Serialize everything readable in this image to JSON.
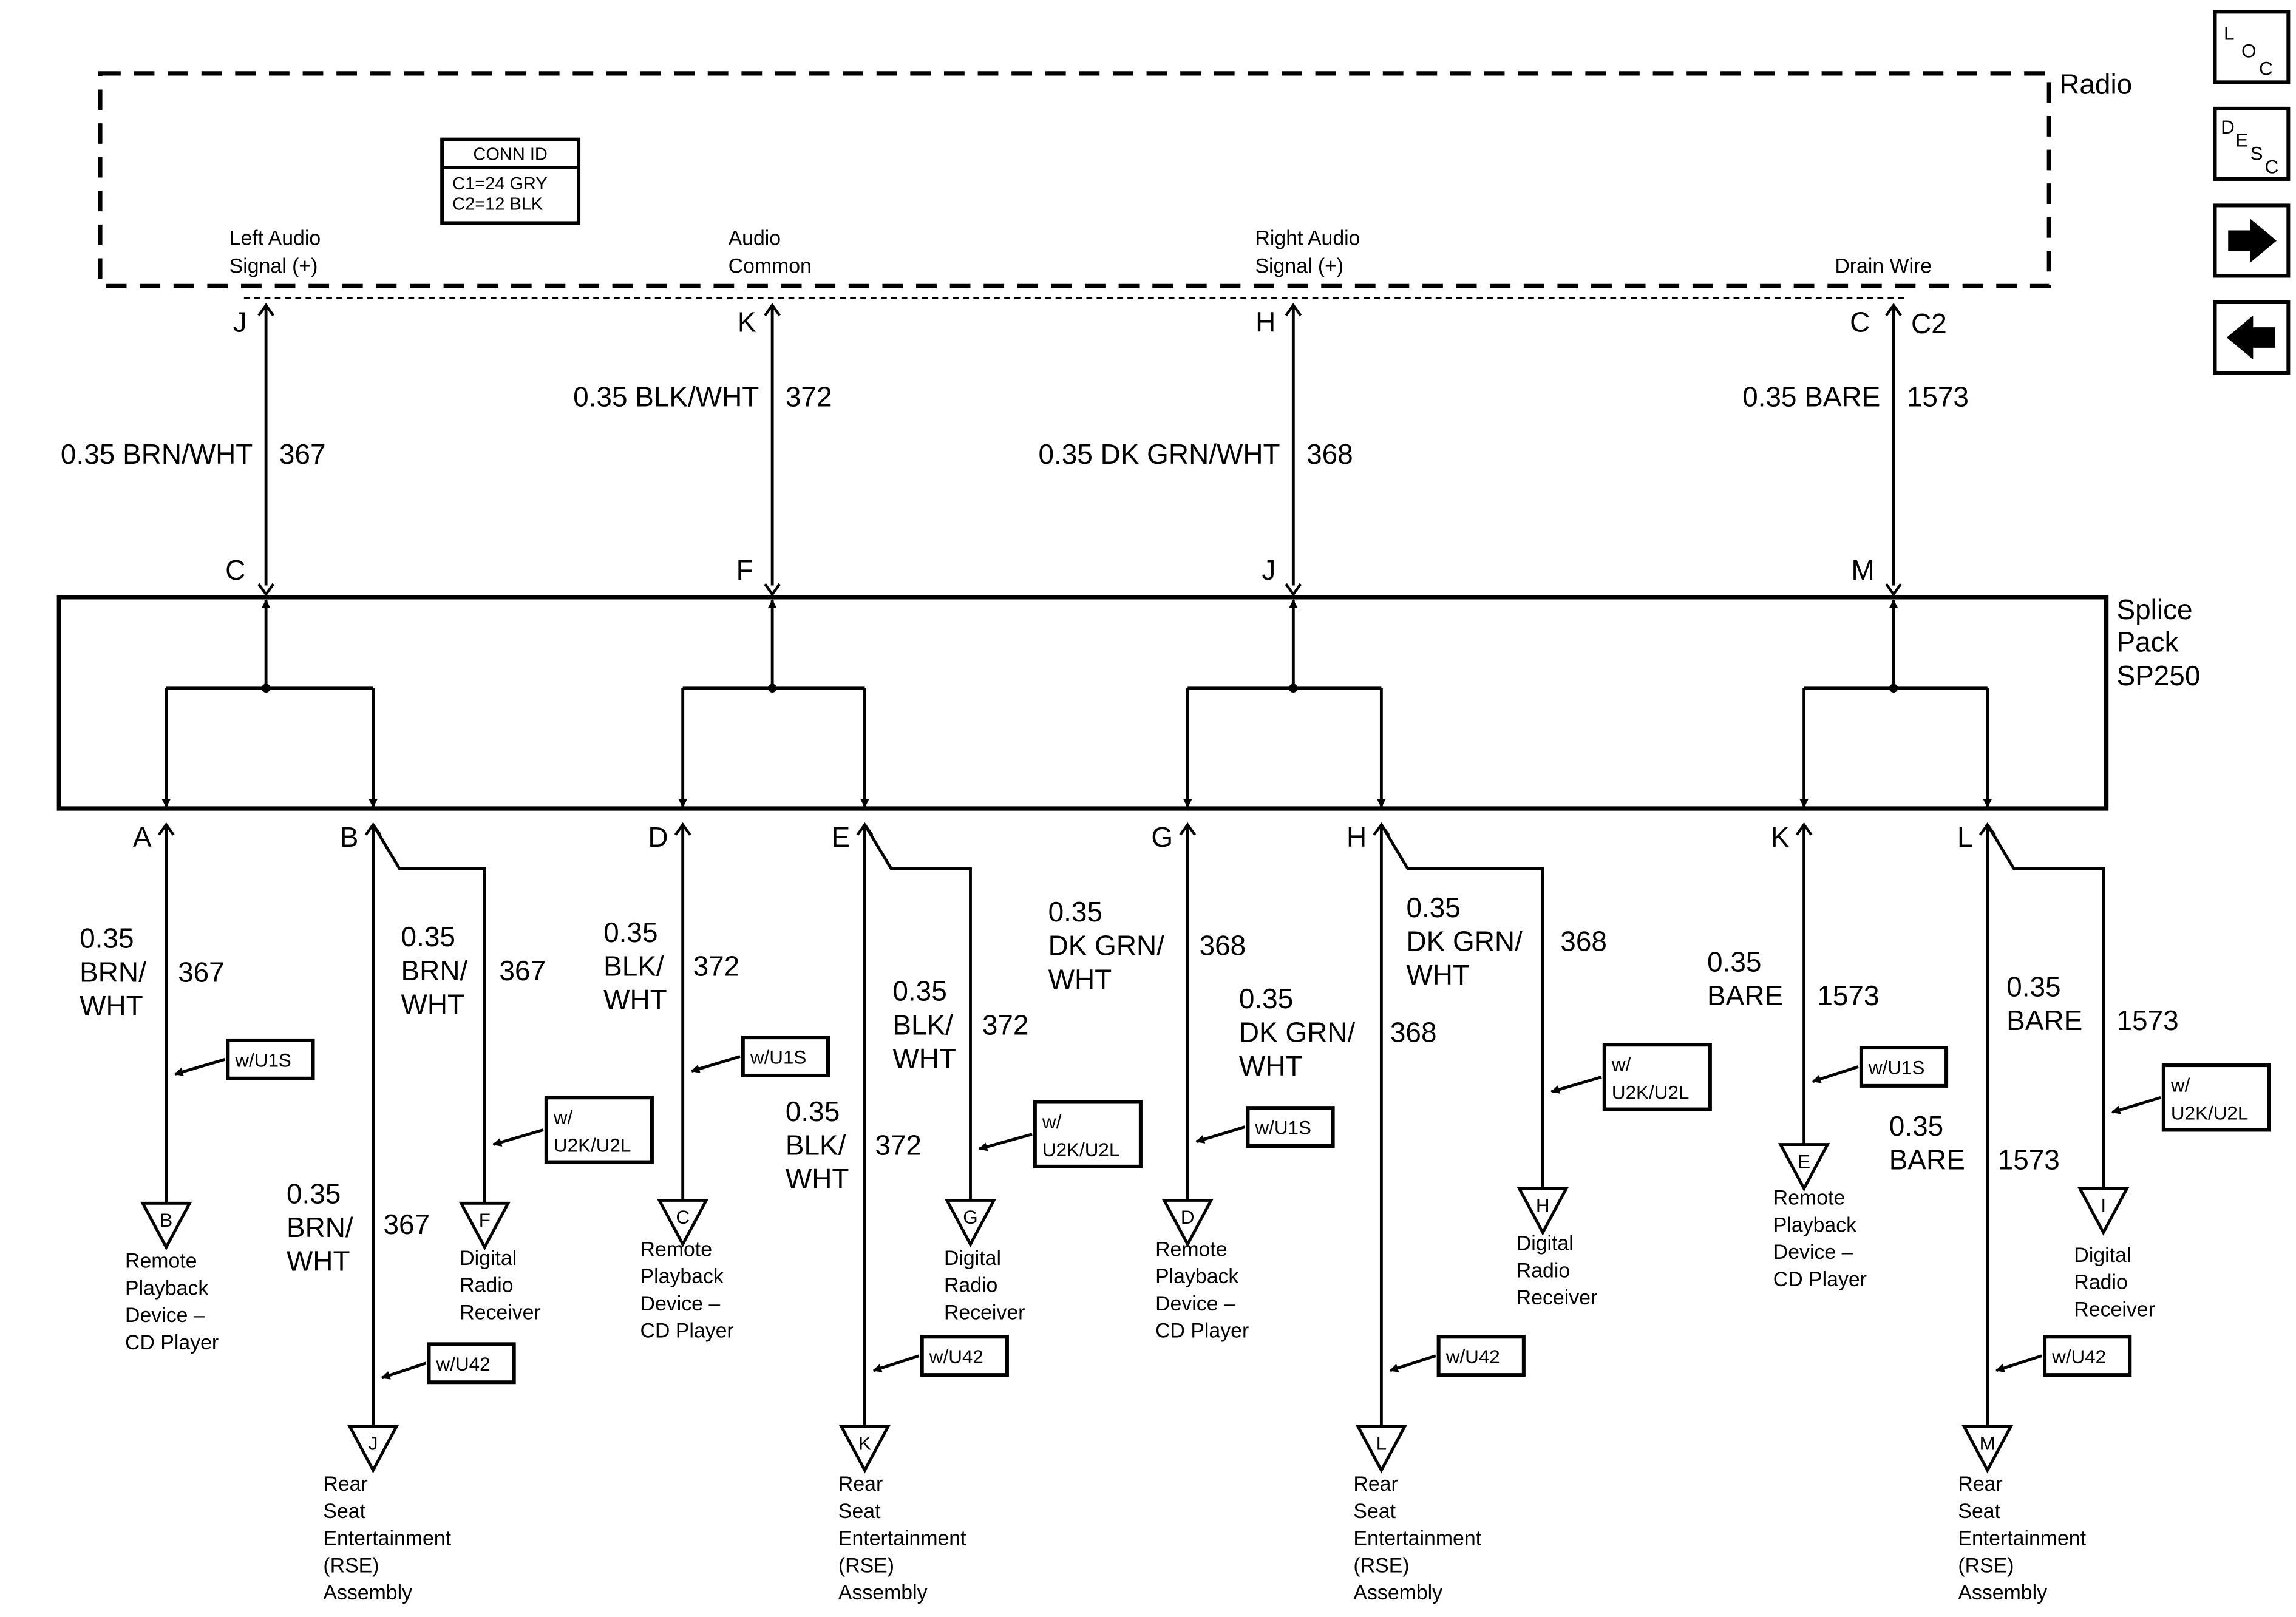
{
  "radio": {
    "label": "Radio",
    "conn_id_title": "CONN ID",
    "conn_id_lines": [
      "C1=24 GRY",
      "C2=12 BLK"
    ],
    "connector_label": "C2"
  },
  "splice_pack": {
    "label_lines": [
      "Splice",
      "Pack",
      "SP250"
    ]
  },
  "nav": {
    "loc": [
      "L",
      "O",
      "C"
    ],
    "desc": [
      "D",
      "E",
      "S",
      "C"
    ]
  },
  "circuits": [
    {
      "radio_signal": [
        "Left Audio",
        "Signal (+)"
      ],
      "radio_pin": "J",
      "wire_color": "0.35 BRN/WHT",
      "wire_number": "367",
      "splice_in_pin": "C",
      "outputs": [
        {
          "pin": "A",
          "wire": [
            "0.35",
            "BRN/",
            "WHT"
          ],
          "num": "367",
          "option": "w/U1S",
          "dest_pin": "B",
          "dest": [
            "Remote",
            "Playback",
            "Device –",
            "CD Player"
          ]
        },
        {
          "pin": "B",
          "wire": [
            "0.35",
            "BRN/",
            "WHT"
          ],
          "num": "367",
          "option": "w/U42",
          "dest_pin": "J",
          "dest": [
            "Rear",
            "Seat",
            "Entertainment",
            "(RSE)",
            "Assembly"
          ]
        },
        {
          "pin": "",
          "wire": [
            "0.35",
            "BRN/",
            "WHT"
          ],
          "num": "367",
          "option": [
            "w/",
            "U2K/U2L"
          ],
          "dest_pin": "F",
          "dest": [
            "Digital",
            "Radio",
            "Receiver"
          ]
        }
      ]
    },
    {
      "radio_signal": [
        "Audio",
        "Common"
      ],
      "radio_pin": "K",
      "wire_color": "0.35 BLK/WHT",
      "wire_number": "372",
      "splice_in_pin": "F",
      "outputs": [
        {
          "pin": "D",
          "wire": [
            "0.35",
            "BLK/",
            "WHT"
          ],
          "num": "372",
          "option": "w/U1S",
          "dest_pin": "C",
          "dest": [
            "Remote",
            "Playback",
            "Device –",
            "CD Player"
          ]
        },
        {
          "pin": "E",
          "wire": [
            "0.35",
            "BLK/",
            "WHT"
          ],
          "num": "372",
          "option": "w/U42",
          "dest_pin": "K",
          "dest": [
            "Rear",
            "Seat",
            "Entertainment",
            "(RSE)",
            "Assembly"
          ]
        },
        {
          "pin": "",
          "wire": [
            "0.35",
            "BLK/",
            "WHT"
          ],
          "num": "372",
          "option": [
            "w/",
            "U2K/U2L"
          ],
          "dest_pin": "G",
          "dest": [
            "Digital",
            "Radio",
            "Receiver"
          ]
        }
      ]
    },
    {
      "radio_signal": [
        "Right Audio",
        "Signal (+)"
      ],
      "radio_pin": "H",
      "wire_color": "0.35 DK GRN/WHT",
      "wire_number": "368",
      "splice_in_pin": "J",
      "outputs": [
        {
          "pin": "G",
          "wire": [
            "0.35",
            "DK GRN/",
            "WHT"
          ],
          "num": "368",
          "option": "w/U1S",
          "dest_pin": "D",
          "dest": [
            "Remote",
            "Playback",
            "Device –",
            "CD Player"
          ]
        },
        {
          "pin": "H",
          "wire": [
            "0.35",
            "DK GRN/",
            "WHT"
          ],
          "num": "368",
          "option": "w/U42",
          "dest_pin": "L",
          "dest": [
            "Rear",
            "Seat",
            "Entertainment",
            "(RSE)",
            "Assembly"
          ]
        },
        {
          "pin": "",
          "wire": [
            "0.35",
            "DK GRN/",
            "WHT"
          ],
          "num": "368",
          "option": [
            "w/",
            "U2K/U2L"
          ],
          "dest_pin": "H",
          "dest": [
            "Digital",
            "Radio",
            "Receiver"
          ]
        }
      ]
    },
    {
      "radio_signal": [
        "Drain Wire"
      ],
      "radio_pin": "C",
      "wire_color": "0.35 BARE",
      "wire_number": "1573",
      "splice_in_pin": "M",
      "outputs": [
        {
          "pin": "K",
          "wire": [
            "0.35",
            "BARE"
          ],
          "num": "1573",
          "option": "w/U1S",
          "dest_pin": "E",
          "dest": [
            "Remote",
            "Playback",
            "Device –",
            "CD Player"
          ]
        },
        {
          "pin": "L",
          "wire": [
            "0.35",
            "BARE"
          ],
          "num": "1573",
          "option": "w/U42",
          "dest_pin": "M",
          "dest": [
            "Rear",
            "Seat",
            "Entertainment",
            "(RSE)",
            "Assembly"
          ]
        },
        {
          "pin": "",
          "wire": [
            "0.35",
            "BARE"
          ],
          "num": "1573",
          "option": [
            "w/",
            "U2K/U2L"
          ],
          "dest_pin": "I",
          "dest": [
            "Digital",
            "Radio",
            "Receiver"
          ]
        }
      ]
    }
  ]
}
